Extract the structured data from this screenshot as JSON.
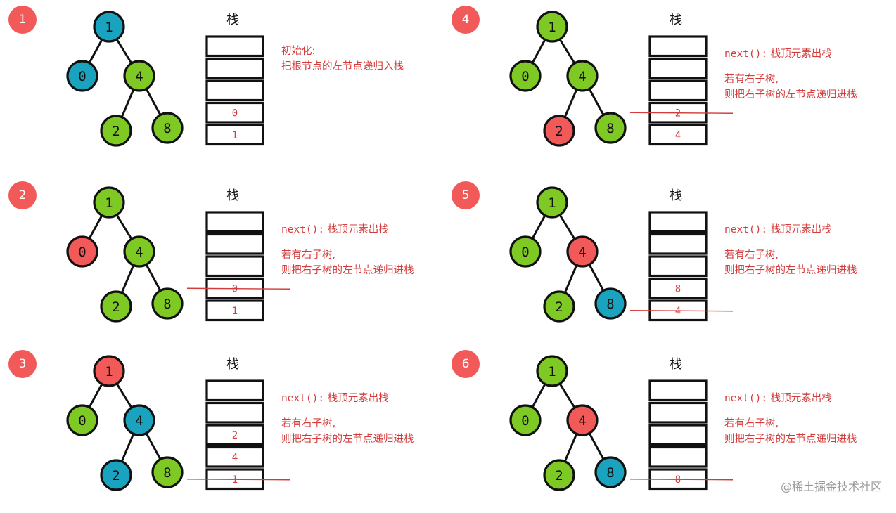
{
  "colors": {
    "green": "#7ec923",
    "blue": "#1aa3bf",
    "red": "#f25a5a",
    "text_red": "#d43b3b",
    "badge": "#f25a5a"
  },
  "stack_title": "栈",
  "watermark": "@稀土掘金技术社区",
  "panels": [
    {
      "step": "1",
      "nodes": {
        "1": "blue",
        "0": "blue",
        "4": "green",
        "2": "green",
        "8": "green"
      },
      "stack": [
        "",
        "",
        "",
        "0",
        "1"
      ],
      "popped_slot": null,
      "desc_kind": "init",
      "desc_line1": "初始化:",
      "desc_line2": "把根节点的左节点递归入栈"
    },
    {
      "step": "2",
      "nodes": {
        "1": "green",
        "0": "red",
        "4": "green",
        "2": "green",
        "8": "green"
      },
      "stack": [
        "",
        "",
        "",
        "0",
        "1"
      ],
      "popped_slot": 3,
      "desc_kind": "next",
      "desc_code": "next():",
      "desc_line1": " 栈顶元素出栈",
      "desc_line2": "若有右子树,",
      "desc_line3": "则把右子树的左节点递归进栈"
    },
    {
      "step": "3",
      "nodes": {
        "1": "red",
        "0": "green",
        "4": "blue",
        "2": "blue",
        "8": "green"
      },
      "stack": [
        "",
        "",
        "2",
        "4",
        "1"
      ],
      "popped_slot": 4,
      "desc_kind": "next",
      "desc_code": "next():",
      "desc_line1": " 栈顶元素出栈",
      "desc_line2": "若有右子树,",
      "desc_line3": "则把右子树的左节点递归进栈"
    },
    {
      "step": "4",
      "nodes": {
        "1": "green",
        "0": "green",
        "4": "green",
        "2": "red",
        "8": "green"
      },
      "stack": [
        "",
        "",
        "",
        "2",
        "4"
      ],
      "popped_slot": 3,
      "desc_kind": "next",
      "desc_code": "next():",
      "desc_line1": " 栈顶元素出栈",
      "desc_line2": "若有右子树,",
      "desc_line3": "则把右子树的左节点递归进栈"
    },
    {
      "step": "5",
      "nodes": {
        "1": "green",
        "0": "green",
        "4": "red",
        "2": "green",
        "8": "blue"
      },
      "stack": [
        "",
        "",
        "",
        "8",
        "4"
      ],
      "popped_slot": 4,
      "desc_kind": "next",
      "desc_code": "next():",
      "desc_line1": " 栈顶元素出栈",
      "desc_line2": "若有右子树,",
      "desc_line3": "则把右子树的左节点递归进栈"
    },
    {
      "step": "6",
      "nodes": {
        "1": "green",
        "0": "green",
        "4": "red",
        "2": "green",
        "8": "blue"
      },
      "stack": [
        "",
        "",
        "",
        "",
        "8"
      ],
      "popped_slot": 4,
      "desc_kind": "next",
      "desc_code": "next():",
      "desc_line1": " 栈顶元素出栈",
      "desc_line2": "若有右子树,",
      "desc_line3": "则把右子树的左节点递归进栈"
    }
  ]
}
